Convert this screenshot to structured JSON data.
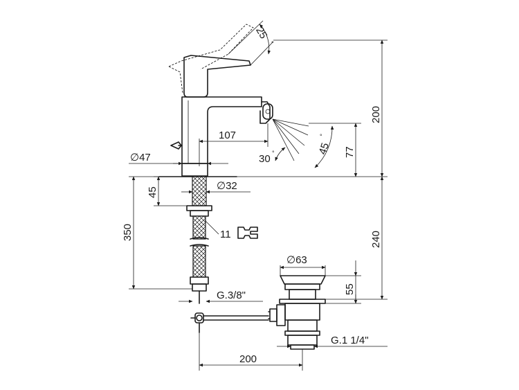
{
  "colors": {
    "line": "#1a1a1a",
    "background": "#ffffff"
  },
  "dimensions": {
    "lever_angle": "25",
    "lever_angle_unit": "°",
    "total_height": "200",
    "spout_reach": "107",
    "spray_angle_low": "30",
    "spray_angle_low_unit": "°",
    "spray_angle_high": "45",
    "spray_angle_high_unit": "°",
    "spout_height": "77",
    "base_diameter": "∅47",
    "shank_diameter": "∅32",
    "shank_length": "45",
    "hose_length": "350",
    "wrench_size": "11",
    "drain_depth": "240",
    "plug_diameter": "∅63",
    "plug_height": "55",
    "inlet_thread": "G.3/8\"",
    "waste_thread": "G.1 1/4\"",
    "rod_length": "200"
  }
}
